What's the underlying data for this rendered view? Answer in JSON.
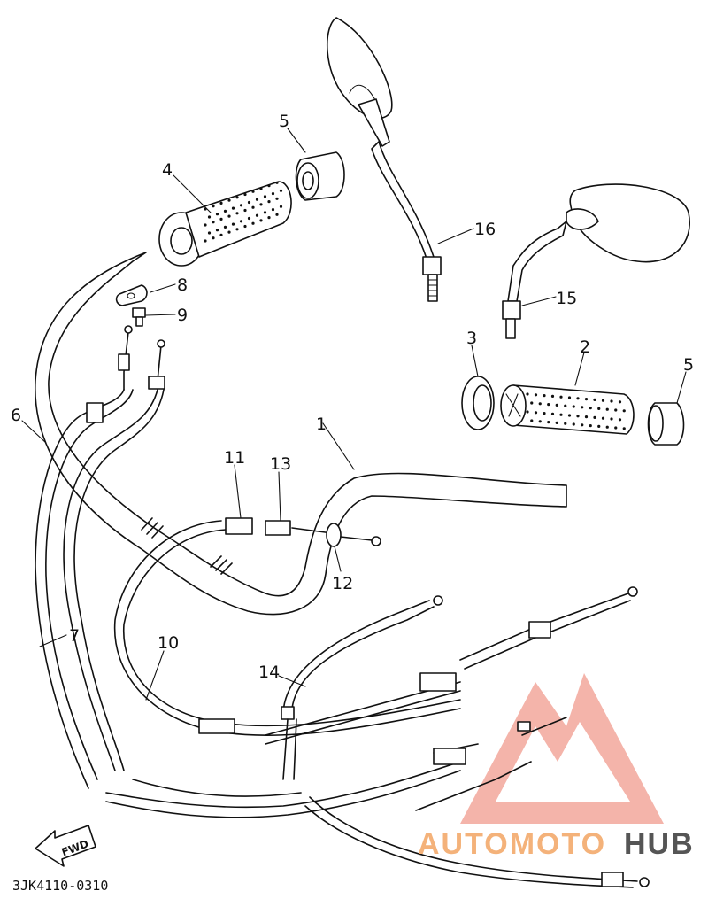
{
  "diagram": {
    "code": "3JK4110-0310",
    "fwd_label": "FWD",
    "part_labels": [
      "1",
      "2",
      "3",
      "4",
      "5",
      "5",
      "6",
      "7",
      "8",
      "9",
      "10",
      "11",
      "12",
      "13",
      "14",
      "15",
      "16"
    ]
  },
  "watermark": {
    "word_auto": "AUTOMOTO",
    "word_hub": "HUB",
    "accent_color": "#f07a6a",
    "hub_color": "#555555",
    "auto_color": "#f4b27a"
  }
}
